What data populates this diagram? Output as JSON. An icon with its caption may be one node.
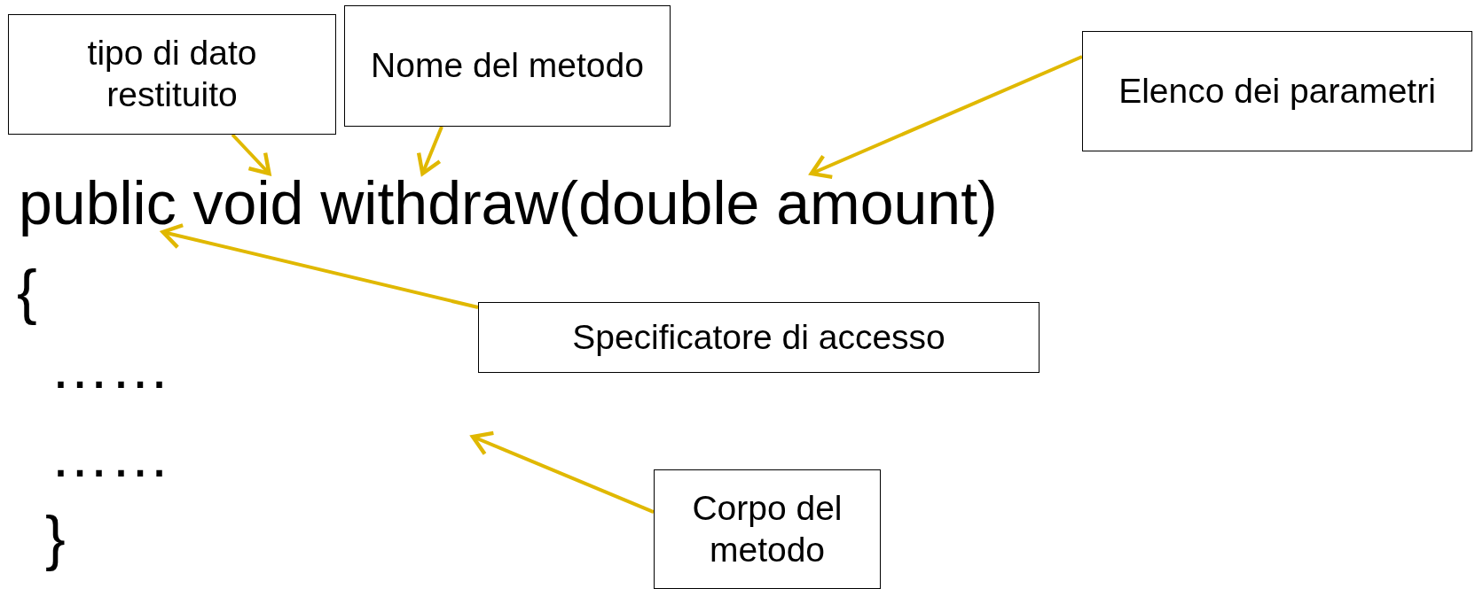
{
  "diagram": {
    "nodes": [
      {
        "text": [
          "tipo di dato restituito"
        ]
      },
      {
        "text": [
          "Nome del metodo"
        ]
      },
      {
        "text": [
          "Elenco dei parametri"
        ]
      },
      {
        "text": [
          "public void withdraw(double amount)"
        ]
      },
      {
        "text": [
          "Specificatore di accesso"
        ]
      },
      {
        "text": [
          "Corpo del metodo"
        ]
      }
    ],
    "edges": [
      {
        "from": 0,
        "to": 3,
        "arrow": "to"
      },
      {
        "from": 1,
        "to": 3,
        "arrow": "to"
      },
      {
        "from": 2,
        "to": 3,
        "arrow": "to"
      },
      {
        "from": 4,
        "to": 3,
        "arrow": "to"
      },
      {
        "from": 5,
        "to": null,
        "arrow": "to"
      }
    ],
    "labels": [
      "{",
      "……",
      "……",
      "}"
    ]
  }
}
